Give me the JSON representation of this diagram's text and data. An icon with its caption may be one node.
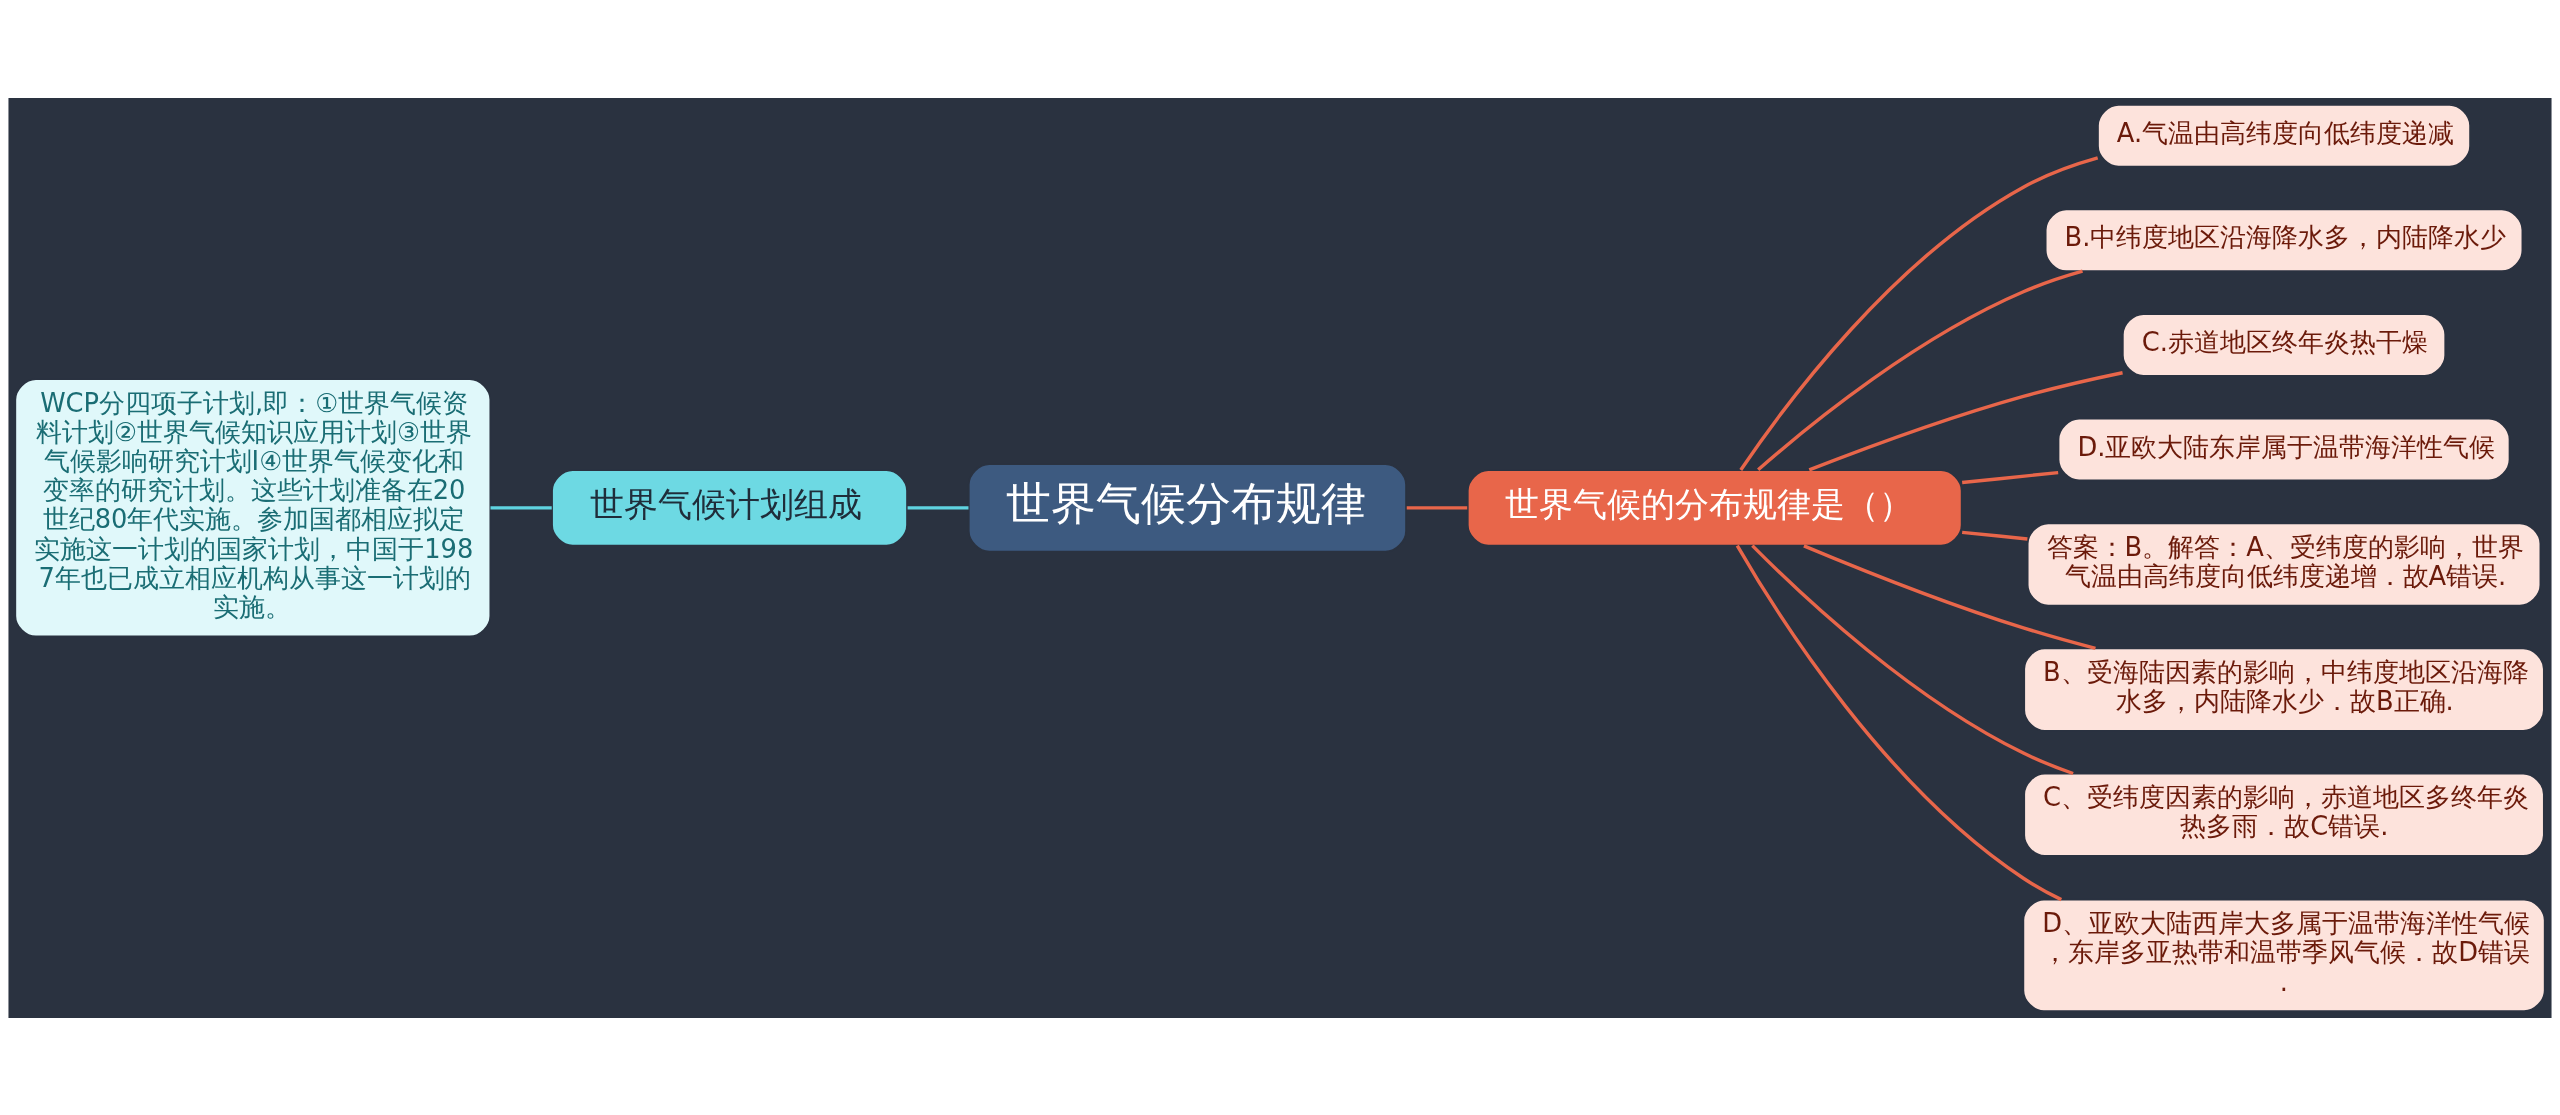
{
  "diagram": {
    "nodes": [
      {
        "text": [
          "世界气候分布规律"
        ]
      },
      {
        "text": [
          "世界气候计划组成"
        ]
      },
      {
        "text": [
          "WCP分四项子计划,即：①世界气候资料计划②世界气候知识应用计划③世界气候影响研究计划I④世界气候变化和变率的研究计划。这些计划准备在20世纪80年代实施。参加国都相应拟定实施这一计划的国家计划，中国于1987年也已成立相应机构从事这一计划的实施。"
        ]
      },
      {
        "text": [
          "世界气候的分布规律是（）"
        ]
      },
      {
        "text": [
          "A.气温由高纬度向低纬度递减"
        ]
      },
      {
        "text": [
          "B.中纬度地区沿海降水多，内陆降水少"
        ]
      },
      {
        "text": [
          "C.赤道地区终年炎热干燥"
        ]
      },
      {
        "text": [
          "D.亚欧大陆东岸属于温带海洋性气候"
        ]
      },
      {
        "text": [
          "答案：B。解答：A、受纬度的影响，世界气温由高纬度向低纬度递增．故A错误."
        ]
      },
      {
        "text": [
          "B、受海陆因素的影响，中纬度地区沿海降水多，内陆降水少．故B正确."
        ]
      },
      {
        "text": [
          "C、受纬度因素的影响，赤道地区多终年炎热多雨．故C错误."
        ]
      },
      {
        "text": [
          "D、亚欧大陆西岸大多属于温带海洋性气候，东岸多亚热带和温带季风气候．故D错误."
        ]
      }
    ],
    "edges": [
      {
        "from": 2,
        "to": 1,
        "arrow": "none",
        "color": "#5fd3e0"
      },
      {
        "from": 1,
        "to": 0,
        "arrow": "none",
        "color": "#5fd3e0"
      },
      {
        "from": 0,
        "to": 3,
        "arrow": "none"
      },
      {
        "from": 3,
        "to": 4,
        "arrow": "none"
      },
      {
        "from": 3,
        "to": 5,
        "arrow": "none"
      },
      {
        "from": 3,
        "to": 6,
        "arrow": "none"
      },
      {
        "from": 3,
        "to": 7,
        "arrow": "none"
      },
      {
        "from": 3,
        "to": 8,
        "arrow": "none"
      },
      {
        "from": 3,
        "to": 9,
        "arrow": "none"
      },
      {
        "from": 3,
        "to": 10,
        "arrow": "none"
      },
      {
        "from": 3,
        "to": 11,
        "arrow": "none"
      }
    ]
  }
}
